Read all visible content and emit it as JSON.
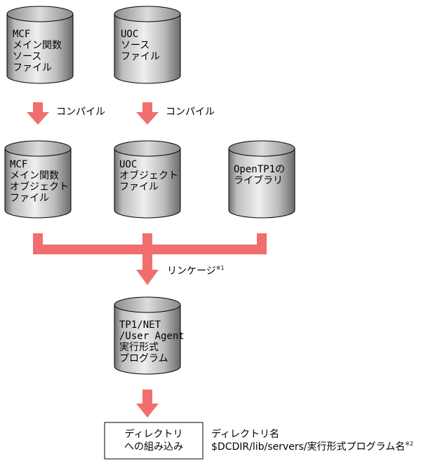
{
  "cylinders": {
    "mcf_source": [
      "MCF",
      "メイン関数",
      "ソース",
      "ファイル"
    ],
    "uoc_source": [
      "UOC",
      "ソース",
      "ファイル"
    ],
    "mcf_object": [
      "MCF",
      "メイン関数",
      "オブジェクト",
      "ファイル"
    ],
    "uoc_object": [
      "UOC",
      "オブジェクト",
      "ファイル"
    ],
    "opentp1_lib": [
      "OpenTP1の",
      "ライブラリ"
    ],
    "executable": [
      "TP1/NET",
      "/User Agent",
      "実行形式",
      "プログラム"
    ]
  },
  "arrows": {
    "compile_label": "コンパイル",
    "link_label": "リンケージ",
    "link_note": "※1"
  },
  "final_box": {
    "lines": [
      "ディレクトリ",
      "への組み込み"
    ]
  },
  "directory_info": {
    "title": "ディレクトリ名",
    "path": "$DCDIR/lib/servers/実行形式プログラム名",
    "note": "※2"
  },
  "colors": {
    "arrow": "#f26e6e",
    "cylinder_light": "#e6e6e6",
    "cylinder_dark": "#7a7a7a"
  }
}
